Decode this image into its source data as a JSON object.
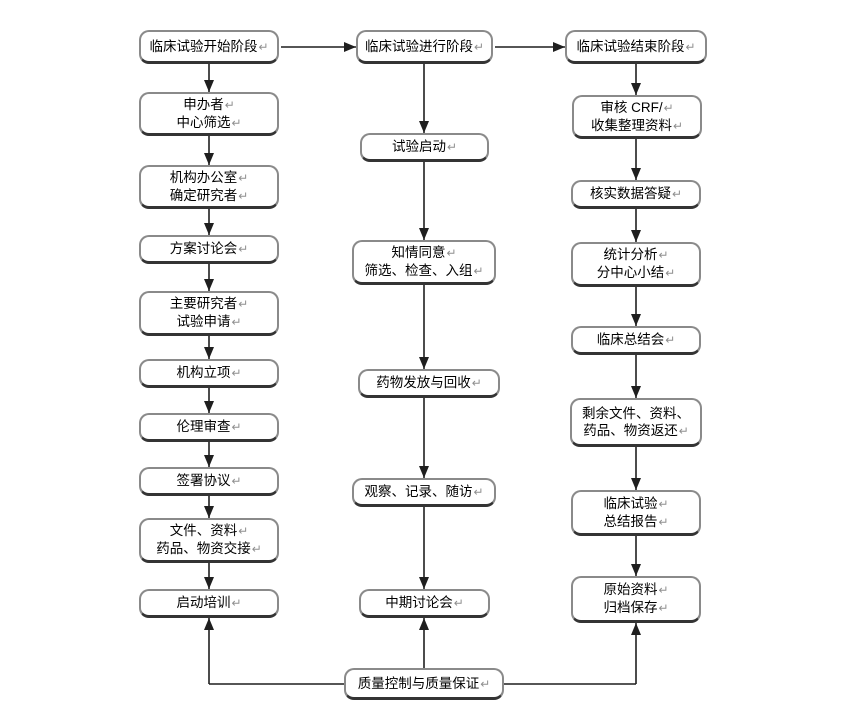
{
  "symbols": {
    "return_mark": "↵"
  },
  "colors": {
    "background": "#ffffff",
    "box_fill": "#ffffff",
    "box_border": "#8a8a8a",
    "box_border_bottom": "#343434",
    "arrow_line": "#1f1f1f",
    "text": "#000000",
    "return_mark": "#8f8f8f"
  },
  "flow": {
    "left": [
      {
        "lines": [
          "临床试验开始阶段"
        ]
      },
      {
        "lines": [
          "申办者",
          "中心筛选"
        ]
      },
      {
        "lines": [
          "机构办公室",
          "确定研究者"
        ]
      },
      {
        "lines": [
          "方案讨论会"
        ]
      },
      {
        "lines": [
          "主要研究者",
          "试验申请"
        ]
      },
      {
        "lines": [
          "机构立项"
        ]
      },
      {
        "lines": [
          "伦理审查"
        ]
      },
      {
        "lines": [
          "签署协议"
        ]
      },
      {
        "lines": [
          "文件、资料",
          "药品、物资交接"
        ]
      },
      {
        "lines": [
          "启动培训"
        ]
      }
    ],
    "middle": [
      {
        "lines": [
          "临床试验进行阶段"
        ]
      },
      {
        "lines": [
          "试验启动"
        ]
      },
      {
        "lines": [
          "知情同意",
          "筛选、检查、入组"
        ]
      },
      {
        "lines": [
          "药物发放与回收"
        ]
      },
      {
        "lines": [
          "观察、记录、随访"
        ]
      },
      {
        "lines": [
          "中期讨论会"
        ]
      }
    ],
    "right": [
      {
        "lines": [
          "临床试验结束阶段"
        ]
      },
      {
        "lines": [
          "审核 CRF/",
          "收集整理资料"
        ]
      },
      {
        "lines": [
          "核实数据答疑"
        ]
      },
      {
        "lines": [
          "统计分析",
          "分中心小结"
        ]
      },
      {
        "lines": [
          "临床总结会"
        ]
      },
      {
        "lines": [
          "剩余文件、资料、",
          "药品、物资返还"
        ]
      },
      {
        "lines": [
          "临床试验",
          "总结报告"
        ]
      },
      {
        "lines": [
          "原始资料",
          "归档保存"
        ]
      }
    ],
    "bottom": {
      "lines": [
        "质量控制与质量保证"
      ]
    },
    "connections": [
      "临床试验开始阶段 -> 临床试验进行阶段",
      "临床试验进行阶段 -> 临床试验结束阶段",
      "临床试验开始阶段 -> 申办者中心筛选 -> 机构办公室确定研究者 -> 方案讨论会 -> 主要研究者试验申请 -> 机构立项 -> 伦理审查 -> 签署协议 -> 文件、资料药品、物资交接 -> 启动培训",
      "临床试验进行阶段 -> 试验启动 -> 知情同意筛选、检查、入组 -> 药物发放与回收 -> 观察、记录、随访 -> 中期讨论会",
      "临床试验结束阶段 -> 审核CRF/收集整理资料 -> 核实数据答疑 -> 统计分析分中心小结 -> 临床总结会 -> 剩余文件、资料、药品、物资返还 -> 临床试验总结报告 -> 原始资料归档保存",
      "质量控制与质量保证 -> 启动培训",
      "质量控制与质量保证 -> 中期讨论会",
      "质量控制与质量保证 -> 原始资料归档保存"
    ]
  }
}
